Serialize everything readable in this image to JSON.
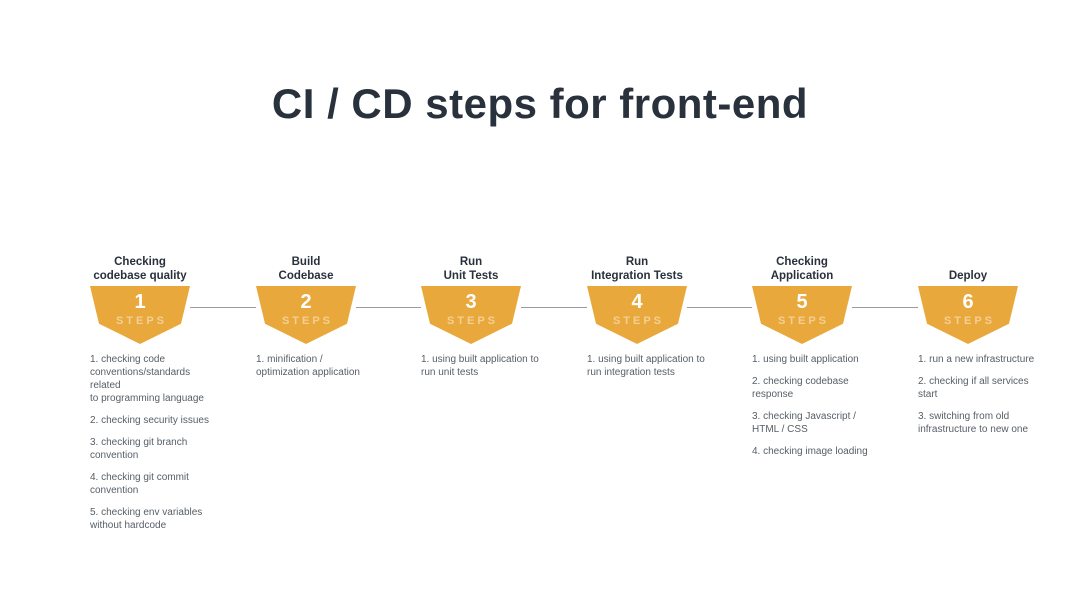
{
  "page_title": "CI / CD steps for front-end",
  "badge_label": "STEPS",
  "colors": {
    "accent": "#E9A83C",
    "heading_text": "#29313D",
    "body_text": "#565E67",
    "connector_line": "#9B9B9B",
    "background": "#FFFFFF",
    "badge_number_text": "#FFFFFF"
  },
  "steps": [
    {
      "number": "1",
      "title": "Checking\ncodebase quality",
      "items": [
        "1. checking code\nconventions/standards related\nto programming language",
        "2. checking security issues",
        "3. checking git branch\nconvention",
        "4. checking git commit\nconvention",
        "5. checking env variables\nwithout hardcode"
      ]
    },
    {
      "number": "2",
      "title": "Build\nCodebase",
      "items": [
        "1. minification /\noptimization application"
      ]
    },
    {
      "number": "3",
      "title": "Run\nUnit Tests",
      "items": [
        "1. using built application to\nrun unit tests"
      ]
    },
    {
      "number": "4",
      "title": "Run\nIntegration Tests",
      "items": [
        "1. using built application to\nrun integration tests"
      ]
    },
    {
      "number": "5",
      "title": "Checking\nApplication",
      "items": [
        "1. using built application",
        "2. checking codebase\nresponse",
        "3. checking Javascript /\nHTML / CSS",
        "4. checking image loading"
      ]
    },
    {
      "number": "6",
      "title": "Deploy",
      "items": [
        "1. run a new infrastructure",
        "2. checking if all services\nstart",
        "3. switching from old\ninfrastructure to new one"
      ]
    }
  ]
}
